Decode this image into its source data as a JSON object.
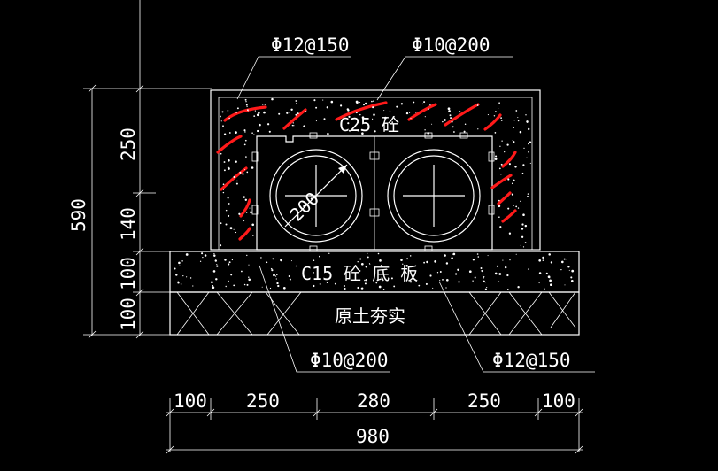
{
  "colors": {
    "background": "#000000",
    "line": "#ffffff",
    "rebar": "#ff1a1a"
  },
  "labels": {
    "rebar_top_left": "Φ12@150",
    "rebar_top_right": "Φ10@200",
    "concrete_top": "C25 砼",
    "base_slab": "C15 砼 底 板",
    "soil": "原土夯实",
    "rebar_bottom_left": "Φ10@200",
    "rebar_bottom_right": "Φ12@150",
    "pipe_diameter": "200"
  },
  "dimensions": {
    "vertical": {
      "total": "590",
      "d1": "250",
      "d2": "140",
      "d3": "100",
      "d4": "100"
    },
    "horizontal": {
      "total": "980",
      "d1": "100",
      "d2": "250",
      "d3": "280",
      "d4": "250",
      "d5": "100"
    }
  }
}
